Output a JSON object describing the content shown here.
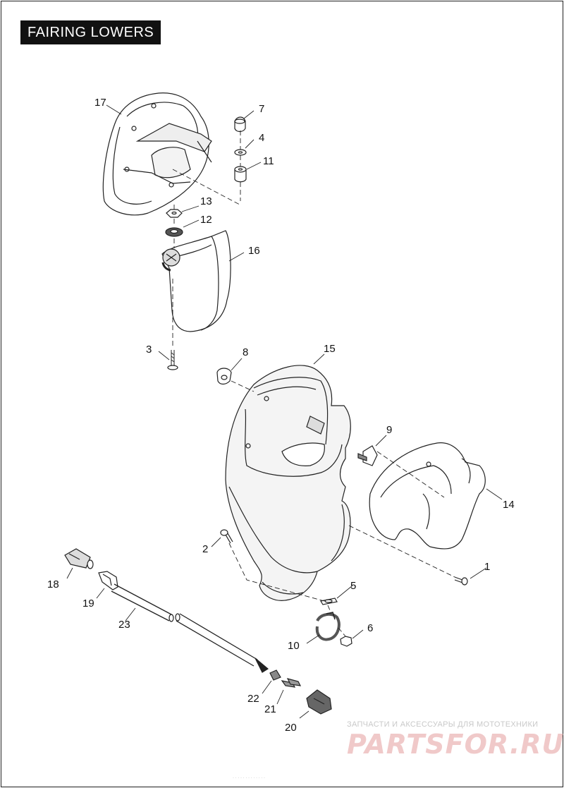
{
  "title": "FAIRING LOWERS",
  "callouts": [
    "1",
    "2",
    "3",
    "4",
    "5",
    "6",
    "7",
    "8",
    "9",
    "10",
    "11",
    "12",
    "13",
    "14",
    "15",
    "16",
    "17",
    "18",
    "19",
    "20",
    "21",
    "22",
    "23"
  ],
  "watermark": {
    "line1": "ЗАПЧАСТИ И АКСЕССУАРЫ ДЛЯ МОТОТЕХНИКИ",
    "logo": "PARTSFOR.RU"
  },
  "footer": "· · · · ·  ·  ·  ·   ·  ·  ·  ·  ·"
}
